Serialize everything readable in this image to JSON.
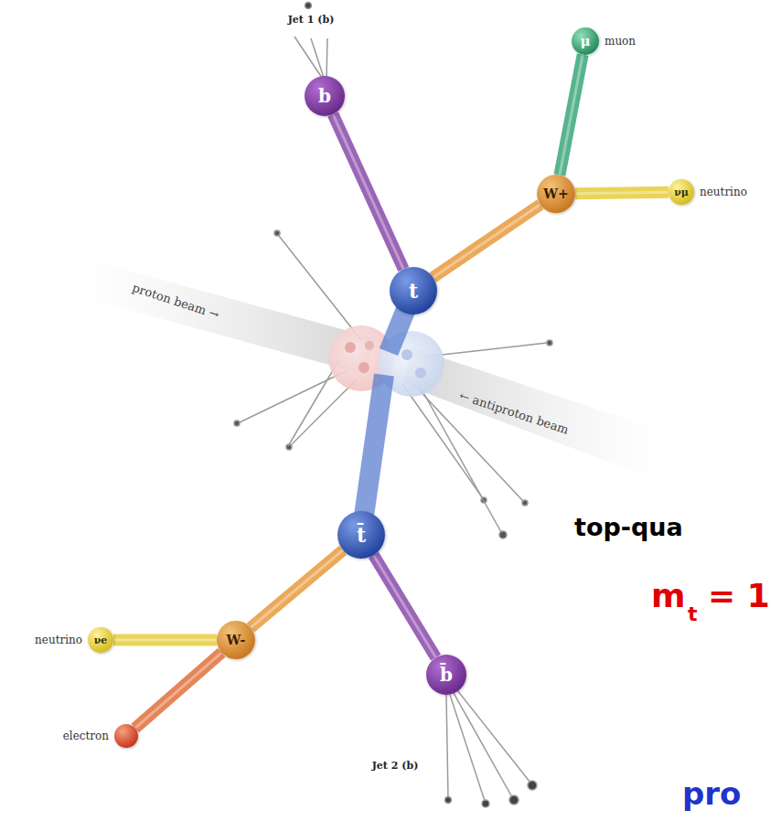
{
  "diagram": {
    "nodes": [
      {
        "text": [
          "b"
        ]
      },
      {
        "text": [
          "t"
        ]
      },
      {
        "text": [
          "W+"
        ]
      },
      {
        "text": [
          "μ",
          "muon"
        ]
      },
      {
        "text": [
          "νμ",
          "neutrino"
        ]
      },
      {
        "text": [
          "t̄"
        ]
      },
      {
        "text": [
          "W-"
        ]
      },
      {
        "text": [
          "νe",
          "neutrino"
        ]
      },
      {
        "text": [
          "electron"
        ]
      },
      {
        "text": [
          "b̄"
        ]
      }
    ],
    "edges": [
      {
        "from": 1,
        "to": 0,
        "arrow": "none"
      },
      {
        "from": 1,
        "to": 2,
        "arrow": "none"
      },
      {
        "from": 2,
        "to": 3,
        "arrow": "none"
      },
      {
        "from": 2,
        "to": 4,
        "arrow": "none"
      },
      {
        "from": 5,
        "to": 9,
        "arrow": "none"
      },
      {
        "from": 5,
        "to": 6,
        "arrow": "none"
      },
      {
        "from": 6,
        "to": 7,
        "arrow": "none"
      },
      {
        "from": 6,
        "to": 8,
        "arrow": "none"
      }
    ],
    "labels": [
      "Jet 1 (b)",
      "proton beam →",
      "← antiproton beam",
      "Jet 2 (b)",
      "top-qua",
      "m",
      "t",
      "= 1",
      "pro"
    ]
  }
}
